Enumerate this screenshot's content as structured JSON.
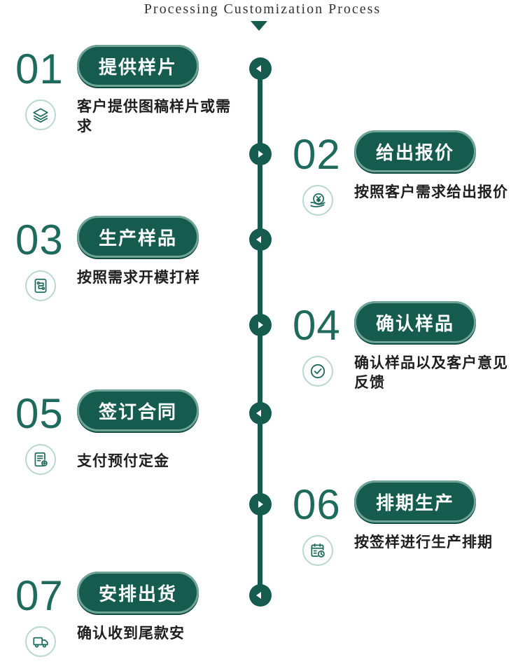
{
  "header": {
    "title": "Processing Customization Process"
  },
  "steps": [
    {
      "num": "01",
      "title": "提供样片",
      "desc": "客户提供图稿样片或需求",
      "icon": "layers-icon"
    },
    {
      "num": "02",
      "title": "给出报价",
      "desc": "按照客户需求给出报价",
      "icon": "yen-hand-icon"
    },
    {
      "num": "03",
      "title": "生产样品",
      "desc": "按照需求开模打样",
      "icon": "flow-card-icon"
    },
    {
      "num": "04",
      "title": "确认样品",
      "desc": "确认样品以及客户意见反馈",
      "icon": "check-circle-icon"
    },
    {
      "num": "05",
      "title": "签订合同",
      "desc": "支付预付定金",
      "icon": "document-plus-icon"
    },
    {
      "num": "06",
      "title": "排期生产",
      "desc": "按签样进行生产排期",
      "icon": "calendar-clock-icon"
    },
    {
      "num": "07",
      "title": "安排出货",
      "desc": "确认收到尾款安",
      "icon": "shipping-icon"
    }
  ],
  "colors": {
    "primary": "#165c4e",
    "number": "#1f6b5b",
    "pill_ring": "#6fa497",
    "icon_ring": "#b9d8cf"
  }
}
